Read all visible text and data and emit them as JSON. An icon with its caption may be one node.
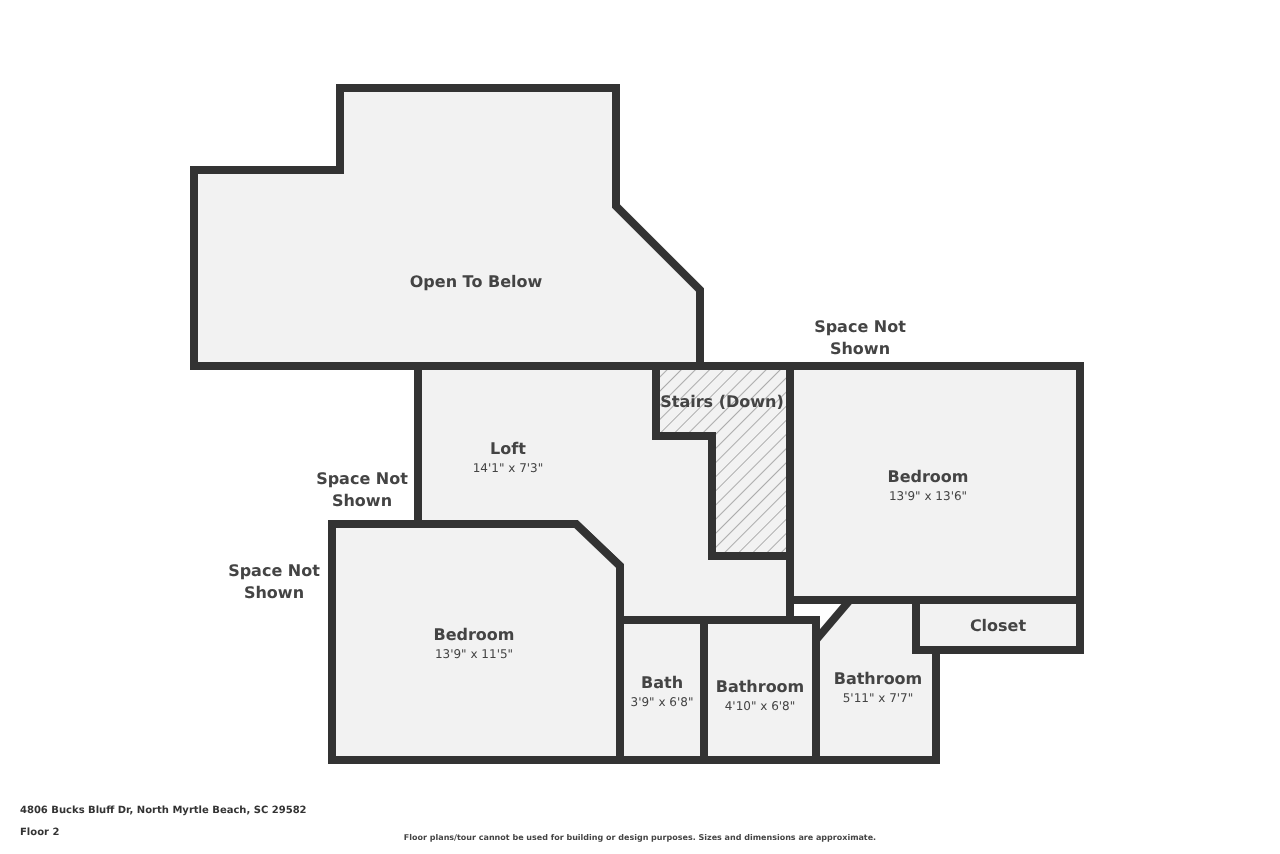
{
  "diagram": {
    "nodes": [
      {
        "text": [
          "Open To Below"
        ]
      },
      {
        "text": [
          "Loft",
          "14'1\" x 7'3\""
        ]
      },
      {
        "text": [
          "Stairs (Down)"
        ]
      },
      {
        "text": [
          "Bedroom",
          "13'9\" x 13'6\""
        ]
      },
      {
        "text": [
          "Bedroom",
          "13'9\" x 11'5\""
        ]
      },
      {
        "text": [
          "Bath",
          "3'9\" x 6'8\""
        ]
      },
      {
        "text": [
          "Bathroom",
          "4'10\" x 6'8\""
        ]
      },
      {
        "text": [
          "Bathroom",
          "5'11\" x 7'7\""
        ]
      },
      {
        "text": [
          "Closet"
        ]
      }
    ],
    "labels": [
      "Space Not Shown",
      "Space Not Shown",
      "Space Not Shown",
      "4806 Bucks Bluff Dr, North Myrtle Beach, SC 29582",
      "Floor 2",
      "Floor plans/tour cannot be used for building or design purposes. Sizes and dimensions are approximate."
    ]
  }
}
